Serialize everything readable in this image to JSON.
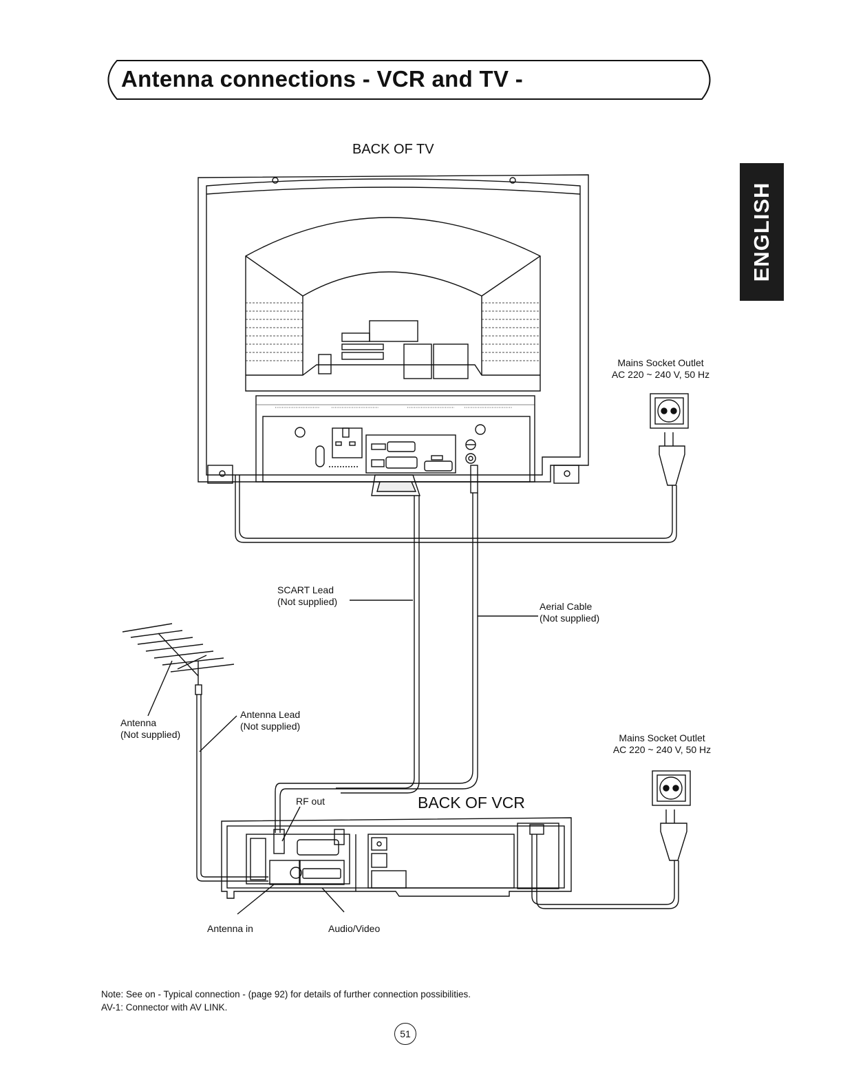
{
  "header": {
    "title": "Antenna connections - VCR and TV -"
  },
  "sidebar": {
    "language_tab": "ENGLISH"
  },
  "diagram": {
    "tv_heading": "BACK OF TV",
    "vcr_heading": "BACK OF VCR",
    "mains_top": {
      "line1": "Mains Socket Outlet",
      "line2": "AC 220 ~ 240 V, 50 Hz"
    },
    "mains_bottom": {
      "line1": "Mains Socket Outlet",
      "line2": "AC 220 ~ 240 V, 50 Hz"
    },
    "scart_lead": {
      "line1": "SCART Lead",
      "line2": "(Not supplied)"
    },
    "aerial_cable": {
      "line1": "Aerial Cable",
      "line2": "(Not supplied)"
    },
    "antenna": {
      "line1": "Antenna",
      "line2": "(Not supplied)"
    },
    "antenna_lead": {
      "line1": "Antenna Lead",
      "line2": "(Not supplied)"
    },
    "rf_out": "RF out",
    "antenna_in": "Antenna in",
    "audio_video": "Audio/Video"
  },
  "notes": {
    "line1": "Note: See on - Typical connection - (page 92) for details of further connection possibilities.",
    "line2": "AV-1: Connector with AV LINK."
  },
  "footer": {
    "page_number": "51"
  }
}
